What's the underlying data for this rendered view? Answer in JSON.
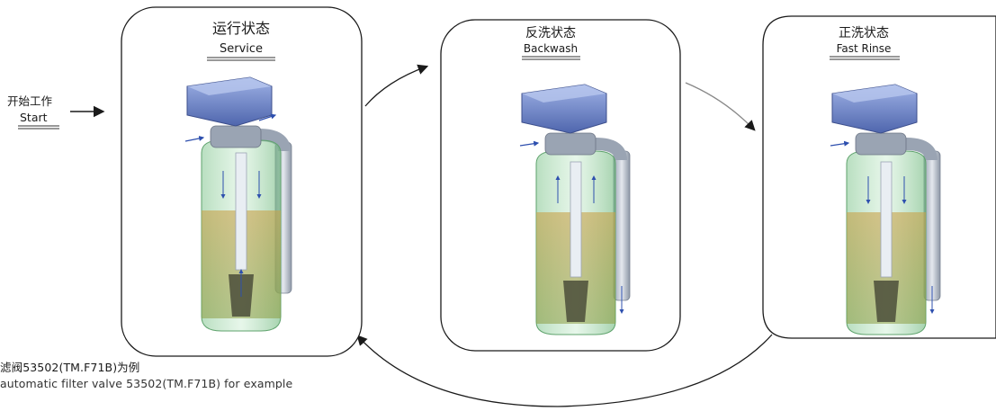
{
  "start": {
    "cn": "开始工作",
    "en": "Start"
  },
  "stages": [
    {
      "cn": "运行状态",
      "en": "Service"
    },
    {
      "cn": "反洗状态",
      "en": "Backwash"
    },
    {
      "cn": "正洗状态",
      "en": "Fast Rinse"
    }
  ],
  "caption": {
    "cn": "滤阀53502(TM.F71B)为例",
    "en": "automatic filter valve 53502(TM.F71B) for example"
  },
  "colors": {
    "valve_body": "#6f86c8",
    "tank_glass": "#9cd3a6",
    "media": "#c8a64a",
    "pipe": "#b9c2cf",
    "flow_arrow": "#2d4fae",
    "cycle_arrow": "#1a1a1a"
  }
}
